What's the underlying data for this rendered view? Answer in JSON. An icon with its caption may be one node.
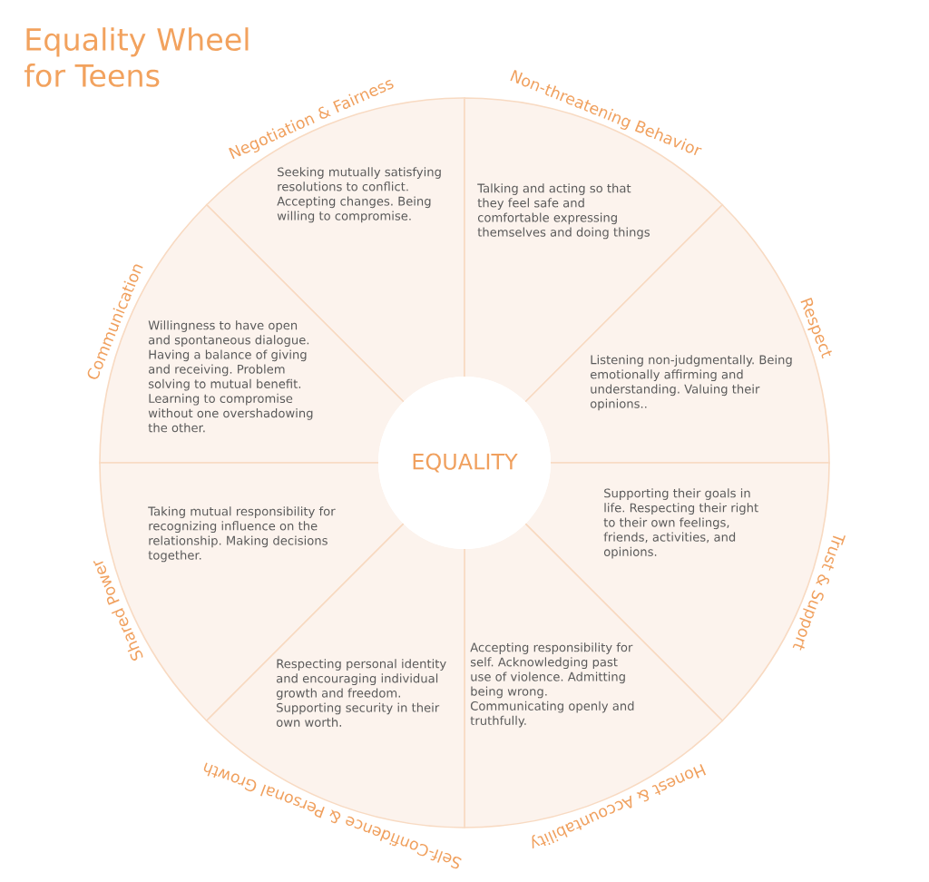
{
  "diagram": {
    "title": "Equality Wheel for Teens",
    "nodes": [
      {
        "text": [
          "Negotiation & Fairness",
          "Seeking mutually satisfying resolutions to conflict. Accepting changes. Being willing to compromise."
        ]
      },
      {
        "text": [
          "Non-threatening Behavior",
          "Talking and acting so that they feel safe and comfortable expressing themselves and doing things"
        ]
      },
      {
        "text": [
          "Communication",
          "Willingness to have open and spontaneous dialogue. Having a balance of giving and receiving. Problem solving to mutual benefit. Learning to compromise without one overshadowing the other."
        ]
      },
      {
        "text": [
          "Respect",
          "Listening non-judgmentally. Being emotionally affirming and understanding. Valuing their opinions.."
        ]
      },
      {
        "text": [
          "EQUALITY"
        ]
      },
      {
        "text": [
          "Trust & Support",
          "Supporting their goals in life. Respecting their right to their own feelings, friends, activities, and opinions."
        ]
      },
      {
        "text": [
          "Shared Power",
          "Taking mutual responsibility for recognizing influence on the relationship. Making decisions together."
        ]
      },
      {
        "text": [
          "Honest & Accountability",
          "Accepting responsibility for self. Acknowledging past use of violence. Admitting being wrong. Communicating openly and truthfully."
        ]
      },
      {
        "text": [
          "Self-Confidence & Personal Growth",
          "Respecting personal identity and encouraging individual growth and freedom. Supporting security in their own worth."
        ]
      }
    ]
  }
}
